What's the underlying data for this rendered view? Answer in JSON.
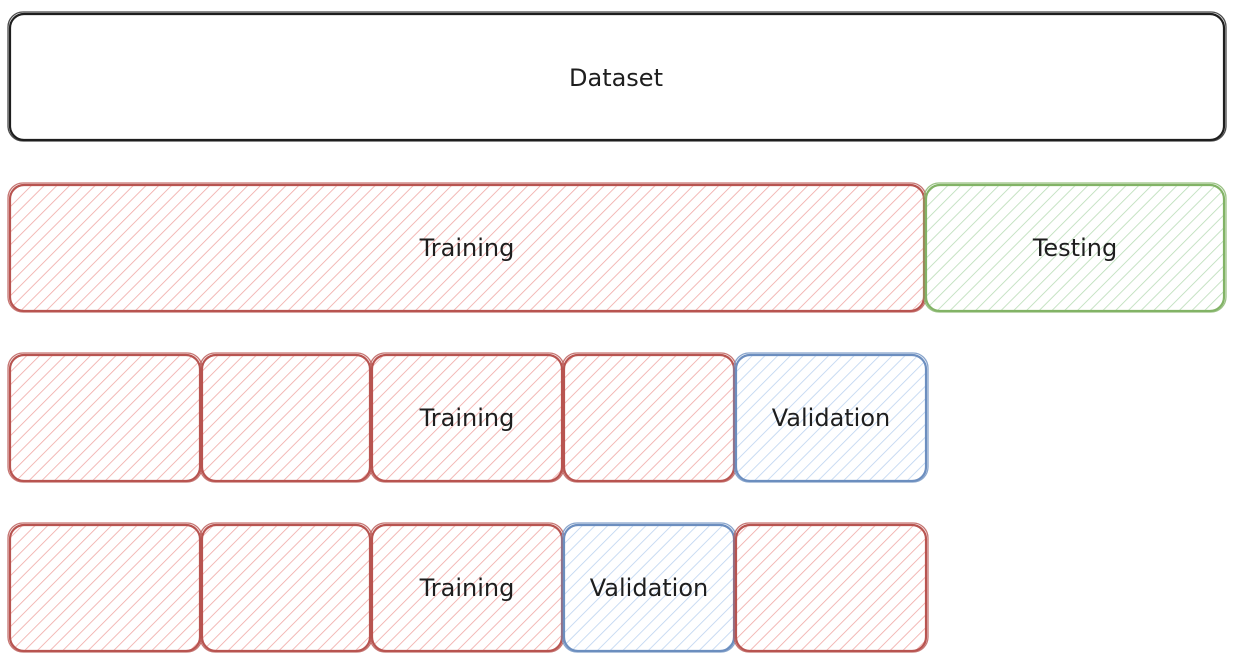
{
  "diagram": {
    "dataset": {
      "label": "Dataset"
    },
    "split": {
      "training": {
        "label": "Training"
      },
      "testing": {
        "label": "Testing"
      }
    },
    "folds": [
      {
        "training_label": "Training",
        "validation_label": "Validation",
        "validation_block_index": 4
      },
      {
        "training_label": "Training",
        "validation_label": "Validation",
        "validation_block_index": 3
      }
    ]
  },
  "colors": {
    "dataset_stroke": "#1e1e1e",
    "training_stroke": "#b85450",
    "training_fill": "#f8cecc",
    "testing_stroke": "#82b366",
    "testing_fill": "#d5e8d4",
    "validation_stroke": "#6c8ebf",
    "validation_fill": "#dae8fc"
  }
}
